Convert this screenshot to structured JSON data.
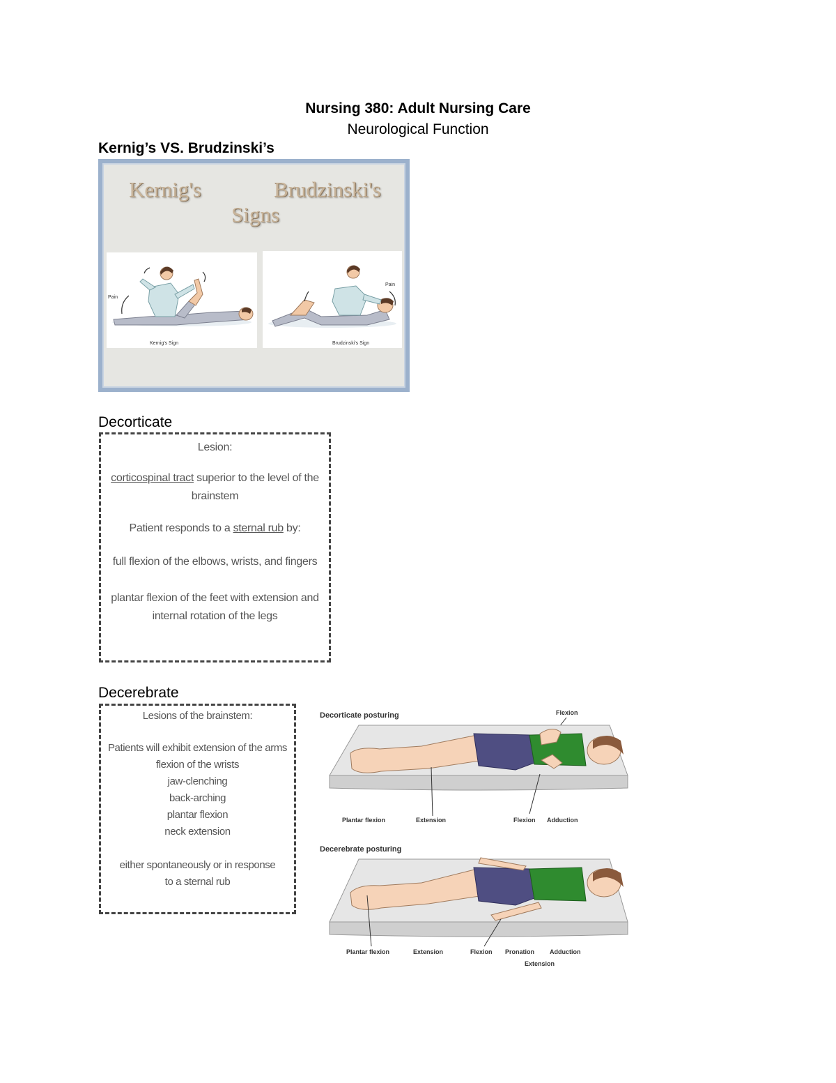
{
  "document": {
    "title": "Nursing 380: Adult Nursing Care",
    "subtitle": "Neurological Function"
  },
  "sections": {
    "kernig": {
      "heading": "Kernig’s VS. Brudzinski’s",
      "slide": {
        "word_left": "Kernig's",
        "word_right": "Brudzinski's",
        "word_center": "Signs",
        "left_pain_label": "Pain",
        "left_caption": "Kernig's Sign",
        "right_pain_label": "Pain",
        "right_caption": "Brudzinski's Sign"
      }
    },
    "decorticate": {
      "heading": "Decorticate",
      "lesion_label": "Lesion:",
      "tract_link": "corticospinal tract",
      "tract_rest": " superior to the level of the brainstem",
      "response_prefix": "Patient responds to a ",
      "response_link": "sternal rub",
      "response_suffix": " by:",
      "line_flexion": "full flexion of the elbows, wrists, and fingers",
      "line_plantar": "plantar flexion of the feet with extension and internal rotation of the legs"
    },
    "decerebrate": {
      "heading": "Decerebrate",
      "title": "Lesions of the brainstem:",
      "line1": "Patients will exhibit extension of the arms",
      "items": [
        "flexion of the wrists",
        "jaw-clenching",
        "back-arching",
        "plantar flexion",
        "neck extension"
      ],
      "footer1": "either spontaneously or in response",
      "footer2": "to a sternal rub"
    }
  },
  "posturing_figure": {
    "decorticate_title": "Decorticate posturing",
    "decorticate_labels": {
      "flexion_top": "Flexion",
      "plantar": "Plantar flexion",
      "extension": "Extension",
      "flexion": "Flexion",
      "adduction": "Adduction"
    },
    "decerebrate_title": "Decerebrate posturing",
    "decerebrate_labels": {
      "plantar": "Plantar flexion",
      "extension": "Extension",
      "flexion": "Flexion",
      "pronation": "Pronation",
      "adduction": "Adduction",
      "extension2": "Extension"
    }
  },
  "colors": {
    "slide_border": "#9cb1cc",
    "slide_bg": "#e6e6e2",
    "slide_text": "#c8b49a",
    "shorts": "#4f4e82",
    "shirt": "#2f8b2f",
    "hair": "#8a5a3c",
    "mat": "#cfcfcf"
  }
}
